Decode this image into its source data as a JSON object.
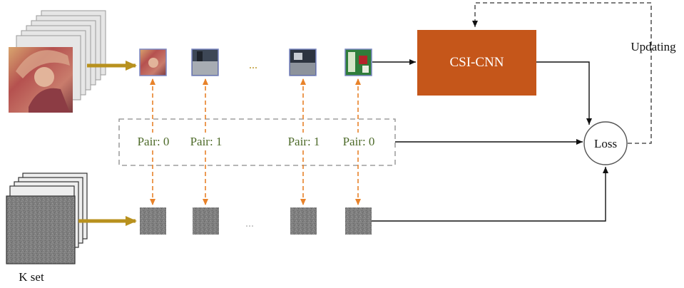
{
  "model": {
    "label": "CSI-CNN",
    "color": "#C5561A"
  },
  "loss": {
    "label": "Loss"
  },
  "updating": {
    "label": "Updating"
  },
  "pairs": [
    {
      "label": "Pair: 0",
      "value": 0
    },
    {
      "label": "Pair: 1",
      "value": 1
    },
    {
      "label": "Pair: 1",
      "value": 1
    },
    {
      "label": "Pair: 0",
      "value": 0
    }
  ],
  "ellipsis_top": "...",
  "ellipsis_bottom": "...",
  "k_set": {
    "label": "K set"
  },
  "colors": {
    "pair_text": "#4E6B2A",
    "pair_arrow": "#E8822A",
    "input_arrow": "#B8911E",
    "patch_border": "#7A86C2",
    "noise_patch": "#7D7D7D"
  }
}
